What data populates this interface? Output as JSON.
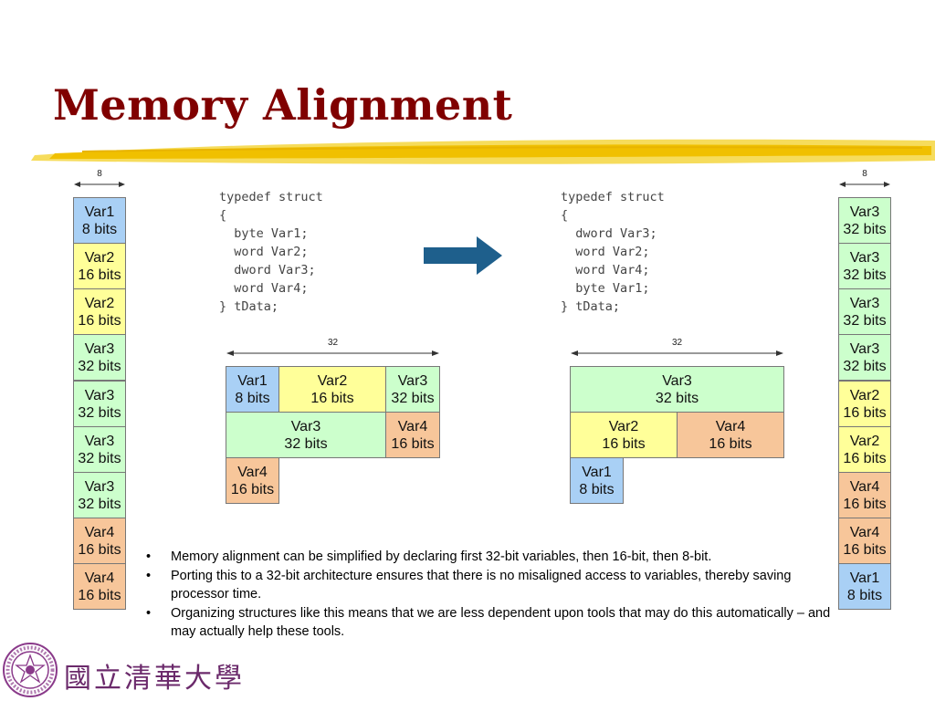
{
  "slide": {
    "title": "Memory Alignment",
    "accent_color": "#800000",
    "underline_color": "#f2c200"
  },
  "colors": {
    "byte": "#a9d0f5",
    "word": "#ffff99",
    "dword": "#ccffcc",
    "var4": "#f7c69a",
    "arrow": "#1e5f8c"
  },
  "left_column": {
    "width_label": "8",
    "cells": [
      {
        "name": "Var1",
        "size": "8 bits"
      },
      {
        "name": "Var2",
        "size": "16 bits"
      },
      {
        "name": "Var2",
        "size": "16 bits"
      },
      {
        "name": "Var3",
        "size": "32 bits"
      },
      {
        "name": "Var3",
        "size": "32 bits"
      },
      {
        "name": "Var3",
        "size": "32 bits"
      },
      {
        "name": "Var3",
        "size": "32 bits"
      },
      {
        "name": "Var4",
        "size": "16 bits"
      },
      {
        "name": "Var4",
        "size": "16 bits"
      }
    ]
  },
  "right_column": {
    "width_label": "8",
    "cells": [
      {
        "name": "Var3",
        "size": "32 bits"
      },
      {
        "name": "Var3",
        "size": "32 bits"
      },
      {
        "name": "Var3",
        "size": "32 bits"
      },
      {
        "name": "Var3",
        "size": "32 bits"
      },
      {
        "name": "Var2",
        "size": "16 bits"
      },
      {
        "name": "Var2",
        "size": "16 bits"
      },
      {
        "name": "Var4",
        "size": "16 bits"
      },
      {
        "name": "Var4",
        "size": "16 bits"
      },
      {
        "name": "Var1",
        "size": "8 bits"
      }
    ]
  },
  "code_before": {
    "lines": [
      "typedef struct",
      "{",
      "  byte Var1;",
      "  word Var2;",
      "  dword Var3;",
      "  word Var4;",
      "} tData;"
    ]
  },
  "code_after": {
    "lines": [
      "typedef struct",
      "{",
      "  dword Var3;",
      "  word Var2;",
      "  word Var4;",
      "  byte Var1;",
      "} tData;"
    ]
  },
  "layout_before": {
    "width_label": "32",
    "cells": [
      {
        "name": "Var1",
        "size": "8 bits"
      },
      {
        "name": "Var2",
        "size": "16 bits"
      },
      {
        "name": "Var3",
        "size": "32 bits"
      },
      {
        "name": "Var3",
        "size": "32 bits"
      },
      {
        "name": "Var4",
        "size": "16 bits"
      },
      {
        "name": "Var4",
        "size": "16 bits"
      }
    ]
  },
  "layout_after": {
    "width_label": "32",
    "cells": [
      {
        "name": "Var3",
        "size": "32 bits"
      },
      {
        "name": "Var2",
        "size": "16 bits"
      },
      {
        "name": "Var4",
        "size": "16 bits"
      },
      {
        "name": "Var1",
        "size": "8 bits"
      }
    ]
  },
  "bullets": [
    "Memory alignment can be simplified by declaring first 32-bit variables, then 16-bit, then 8-bit.",
    "Porting this to a 32-bit architecture ensures that there is no misaligned access to variables, thereby saving processor time.",
    "Organizing structures like this means that we are less dependent upon tools that may do this automatically – and may actually help these tools."
  ],
  "logo": {
    "text": "國立清華大學",
    "seal_text": "NATIONAL TSING HUA UNIVERSITY"
  }
}
